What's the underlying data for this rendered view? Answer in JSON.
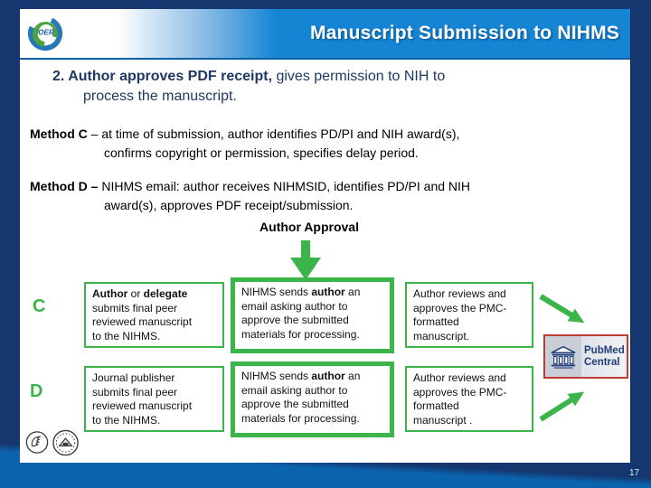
{
  "header": {
    "title": "Manuscript Submission to NIHMS",
    "logo_text": "OER"
  },
  "heading": {
    "segments": [
      {
        "t": "2. ",
        "b": 1
      },
      {
        "t": "Author approves PDF receipt,",
        "b": 1
      },
      {
        "t": " gives permission to NIH to"
      },
      {
        "br": 1
      },
      {
        "t": "process the manuscript."
      }
    ]
  },
  "methods": [
    {
      "name": "method-c",
      "segments": [
        {
          "t": "Method C",
          "b": 1
        },
        {
          "t": " – at time of submission, author identifies PD/PI and NIH award(s),"
        },
        {
          "br": 1
        },
        {
          "t": "confirms copyright or permission, specifies delay period."
        }
      ]
    },
    {
      "name": "method-d",
      "segments": [
        {
          "t": "Method D –",
          "b": 1
        },
        {
          "t": " NIHMS email: author receives NIHMSID, identifies PD/PI and NIH"
        },
        {
          "br": 1
        },
        {
          "t": "award(s), approves PDF receipt/submission."
        }
      ]
    }
  ],
  "flow": {
    "label": "Author Approval",
    "rows": [
      {
        "id": "C",
        "boxes": [
          {
            "segments": [
              {
                "t": "Author",
                "b": 1
              },
              {
                "t": " or "
              },
              {
                "t": "delegate",
                "b": 1
              },
              {
                "br": 1
              },
              {
                "t": "submits final peer"
              },
              {
                "br": 1
              },
              {
                "t": "reviewed manuscript"
              },
              {
                "br": 1
              },
              {
                "t": "to the NIHMS."
              }
            ]
          },
          {
            "segments": [
              {
                "t": "NIHMS sends "
              },
              {
                "t": "author",
                "b": 1
              },
              {
                "t": " an"
              },
              {
                "br": 1
              },
              {
                "t": "email asking author to"
              },
              {
                "br": 1
              },
              {
                "t": "approve the submitted"
              },
              {
                "br": 1
              },
              {
                "t": "materials for processing."
              }
            ]
          },
          {
            "segments": [
              {
                "t": "Author reviews and"
              },
              {
                "br": 1
              },
              {
                "t": "approves the PMC-"
              },
              {
                "br": 1
              },
              {
                "t": "formatted"
              },
              {
                "br": 1
              },
              {
                "t": "manuscript."
              }
            ]
          }
        ]
      },
      {
        "id": "D",
        "boxes": [
          {
            "segments": [
              {
                "t": "Journal publisher"
              },
              {
                "br": 1
              },
              {
                "t": "submits final peer"
              },
              {
                "br": 1
              },
              {
                "t": "reviewed manuscript"
              },
              {
                "br": 1
              },
              {
                "t": "to the NIHMS."
              }
            ]
          },
          {
            "segments": [
              {
                "t": "NIHMS sends "
              },
              {
                "t": "author",
                "b": 1
              },
              {
                "t": " an"
              },
              {
                "br": 1
              },
              {
                "t": "email asking author to"
              },
              {
                "br": 1
              },
              {
                "t": "approve the submitted"
              },
              {
                "br": 1
              },
              {
                "t": "materials for processing."
              }
            ]
          },
          {
            "segments": [
              {
                "t": "Author reviews and"
              },
              {
                "br": 1
              },
              {
                "t": "approves the PMC-"
              },
              {
                "br": 1
              },
              {
                "t": "formatted"
              },
              {
                "br": 1
              },
              {
                "t": "manuscript ."
              }
            ]
          }
        ]
      }
    ]
  },
  "pmc_logo": {
    "line1": "PubMed",
    "line2": "Central"
  },
  "footer": {
    "page_number": "17"
  },
  "colors": {
    "accent_green": "#3BB54A",
    "title_bar_blue": "#1585D3",
    "heading_navy": "#1F3864",
    "background_navy": "#15366E",
    "background_blue": "#0B63AE",
    "pmc_border_red": "#C23B33",
    "pmc_navy": "#1F3F77"
  }
}
